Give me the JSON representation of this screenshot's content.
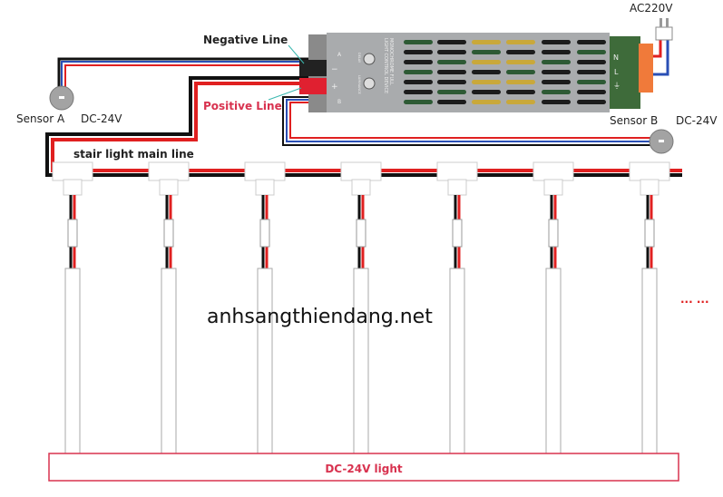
{
  "labels": {
    "negative_line": "Negative Line",
    "positive_line": "Positive Line",
    "ac_input": "AC220V",
    "sensor_a": "Sensor A",
    "sensor_a_voltage": "DC-24V",
    "sensor_b": "Sensor B",
    "sensor_b_voltage": "DC-24V",
    "main_line": "stair light main line",
    "light_bar": "DC-24V light",
    "continuation": "... ...",
    "watermark": "anhsangthiendang.net"
  },
  "device": {
    "name_line1": "MONOCHROME FULL",
    "name_line2": "LIGHT CONTROL DEVICE",
    "knob1": "DELAY",
    "knob2": "LUMINANCE",
    "port_a": "A",
    "port_b": "B",
    "minus": "−",
    "plus": "+",
    "terminal_n": "N",
    "terminal_l": "L",
    "terminal_ground": "⏚"
  },
  "branch_count": 7,
  "colors": {
    "positive": "#e02020",
    "negative": "#111111",
    "signal": "#2a4fb5",
    "label_red": "#d8324f",
    "device_body": "#a9abad",
    "terminal": "#f07a3a",
    "leader": "#3bb8b0"
  }
}
